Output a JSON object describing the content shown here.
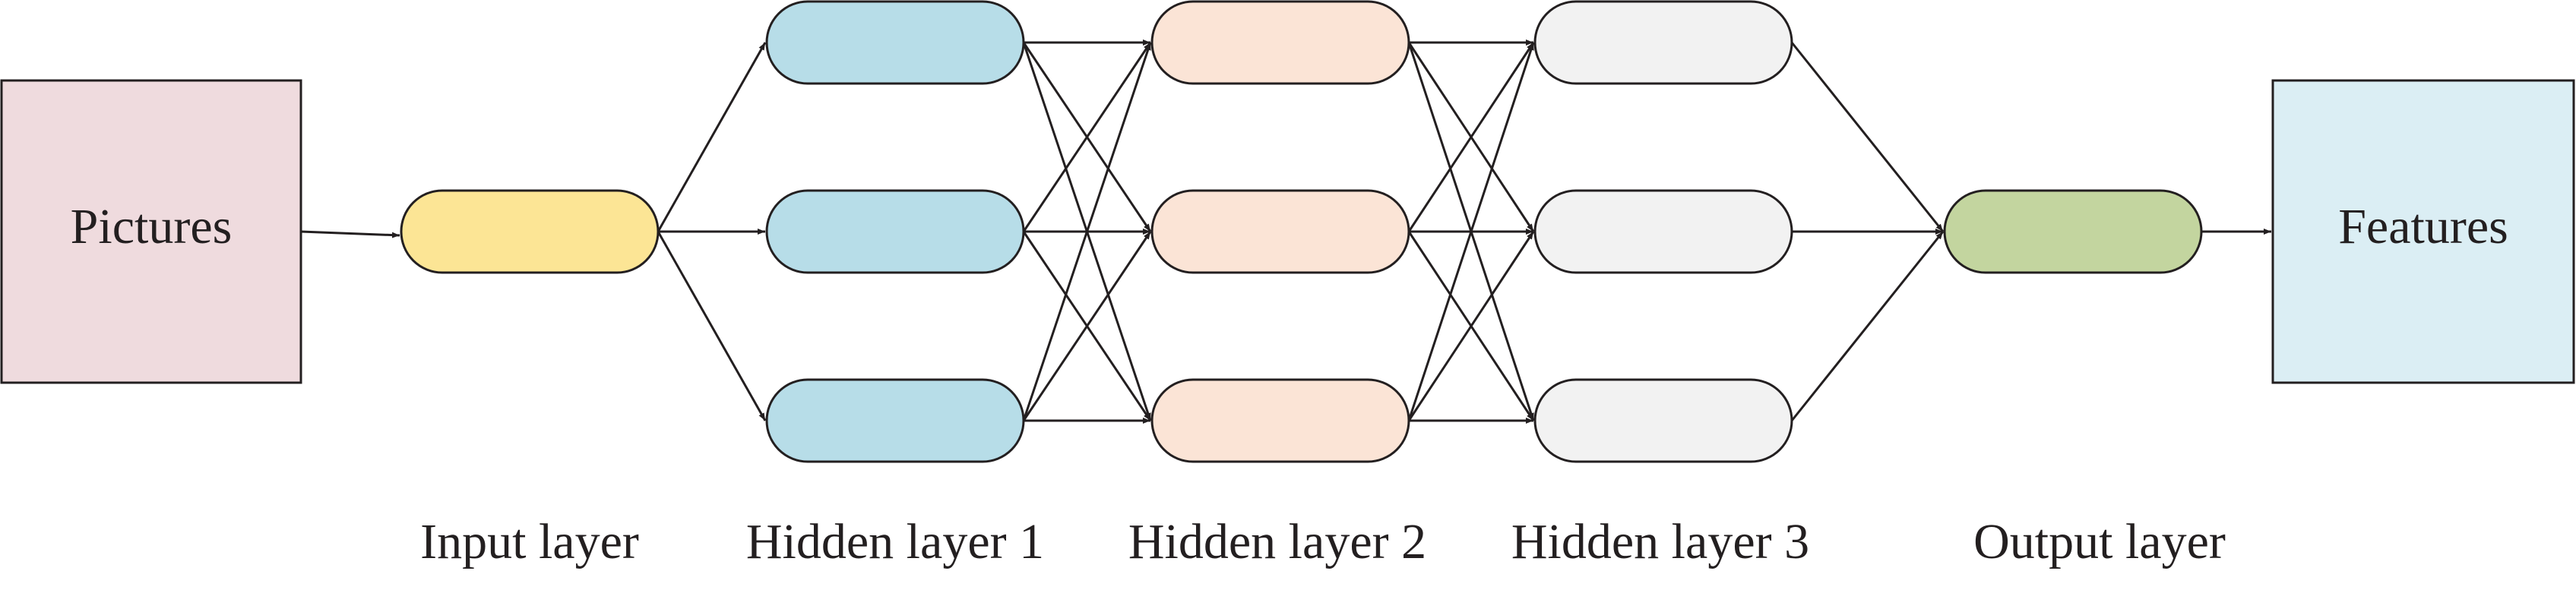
{
  "boxes": {
    "input": {
      "label": "Pictures",
      "color": "#efdbde"
    },
    "output": {
      "label": "Features",
      "color": "#dbeef4"
    }
  },
  "layers": [
    {
      "id": "input",
      "label": "Input layer",
      "color": "#fce595",
      "nodes": 1
    },
    {
      "id": "hidden1",
      "label": "Hidden layer 1",
      "color": "#b7dde8",
      "nodes": 3
    },
    {
      "id": "hidden2",
      "label": "Hidden layer 2",
      "color": "#fbe4d6",
      "nodes": 3
    },
    {
      "id": "hidden3",
      "label": "Hidden layer 3",
      "color": "#f2f2f2",
      "nodes": 3
    },
    {
      "id": "output",
      "label": "Output layer",
      "color": "#c3d59f",
      "nodes": 1
    }
  ],
  "stroke_color": "#231f20"
}
